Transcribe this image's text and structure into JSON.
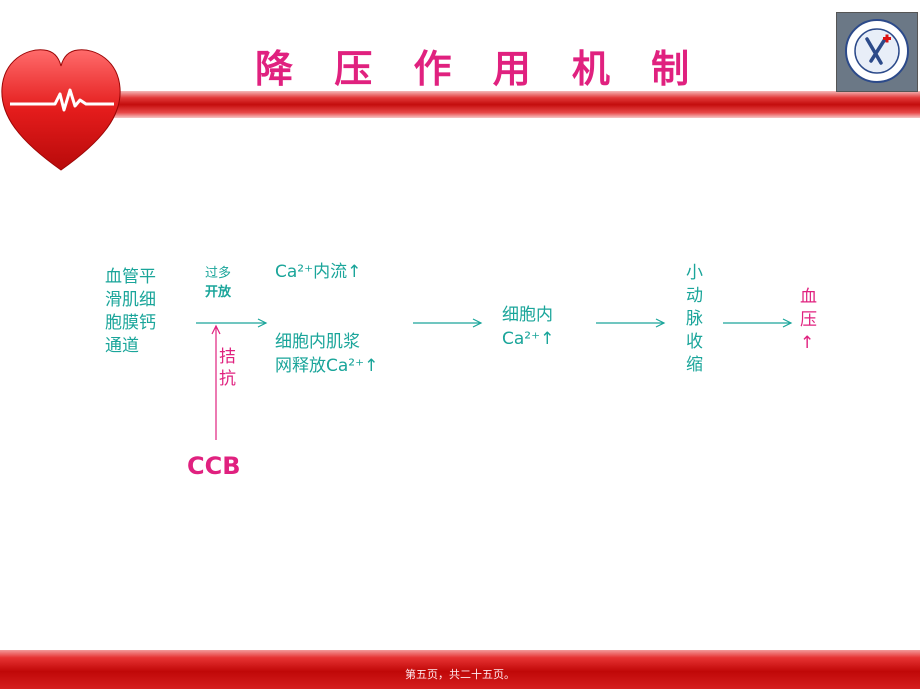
{
  "slide": {
    "title": "降 压 作 用 机 制",
    "footer": "第五页，共二十五页。"
  },
  "diagram": {
    "channel": [
      "血管平",
      "滑肌细",
      "胞膜钙",
      "通道"
    ],
    "over_open": [
      "过多",
      "开放"
    ],
    "ca_influx": "Ca²⁺内流↑",
    "sr_release": [
      "细胞内肌浆",
      "网释放Ca²⁺↑"
    ],
    "intracell": [
      "细胞内",
      "Ca²⁺↑"
    ],
    "arteriole": [
      "小",
      "动",
      "脉",
      "收",
      "缩"
    ],
    "bp": [
      "血",
      "压",
      "↑"
    ],
    "antagonize": [
      "拮",
      "抗"
    ],
    "ccb": "CCB"
  },
  "colors": {
    "title": "#e0217f",
    "teal": "#1aa59a",
    "pink": "#e0217f",
    "red_band": "#c40d0d"
  }
}
